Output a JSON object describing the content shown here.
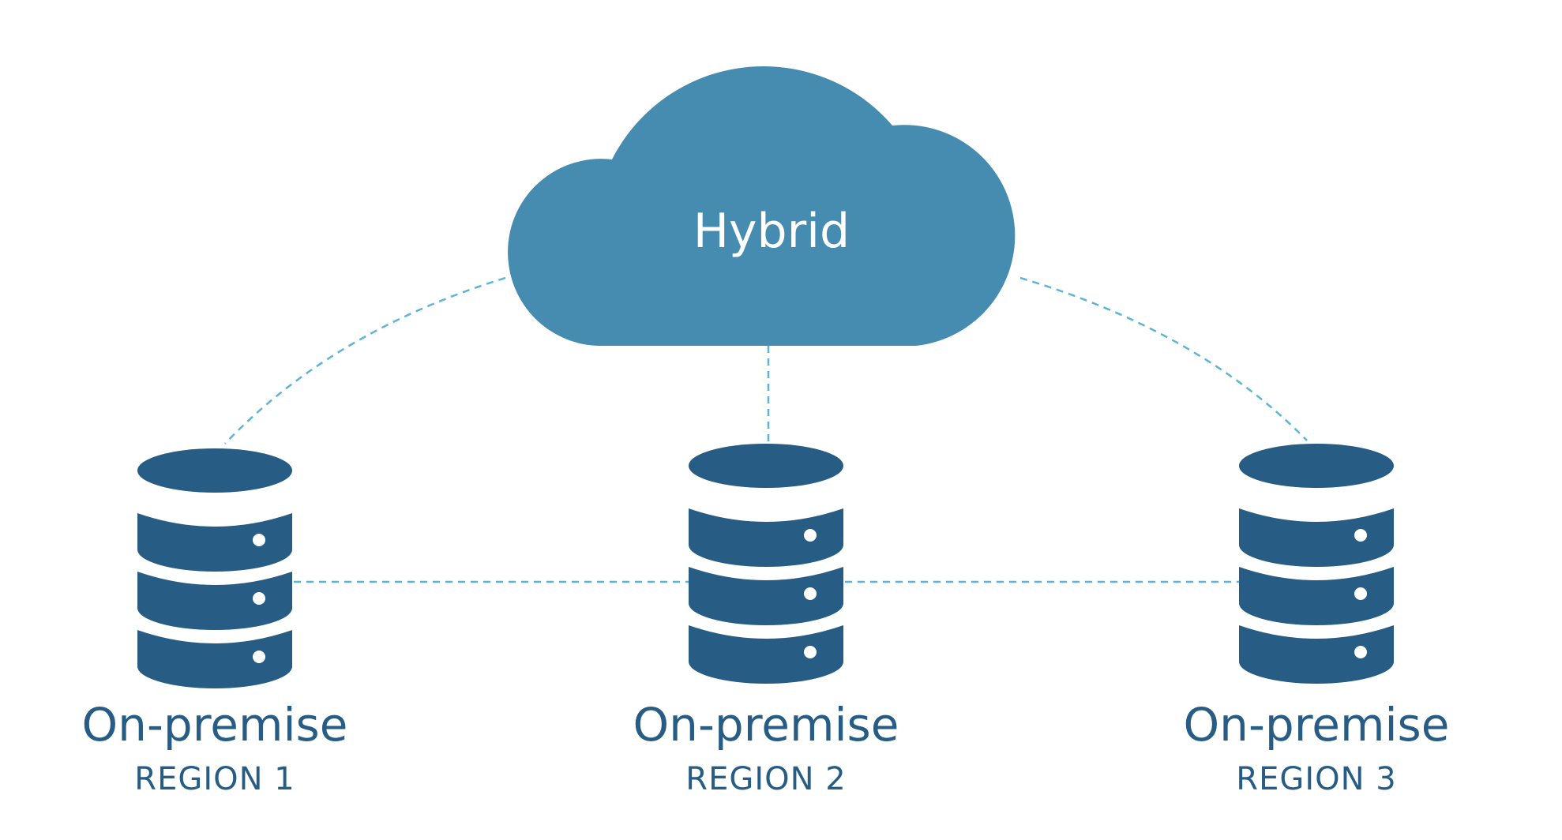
{
  "colors": {
    "cloud": "#468bb0",
    "database": "#275d84",
    "connector": "#5fb3d6",
    "label": "#275d84",
    "cloud_text": "#ffffff"
  },
  "cloud": {
    "label": "Hybrid",
    "icon": "cloud-icon"
  },
  "nodes": [
    {
      "title": "On-premise",
      "region": "REGION 1",
      "icon": "database-icon"
    },
    {
      "title": "On-premise",
      "region": "REGION 2",
      "icon": "database-icon"
    },
    {
      "title": "On-premise",
      "region": "REGION 3",
      "icon": "database-icon"
    }
  ]
}
